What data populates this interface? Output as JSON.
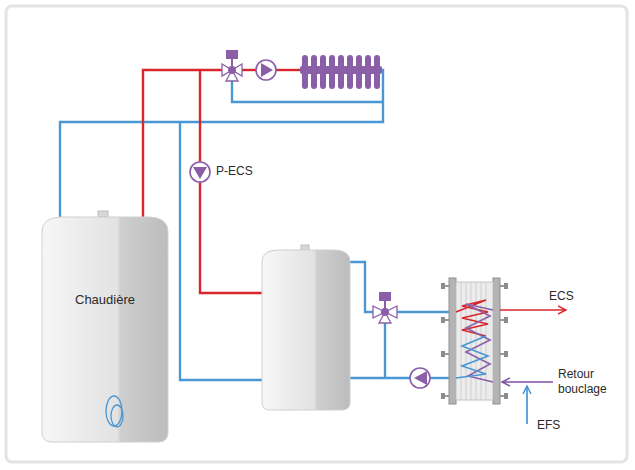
{
  "diagram": {
    "nodes": [
      {
        "text": [
          "Chaudière"
        ]
      }
    ],
    "labels": [
      "P-ECS",
      "ECS",
      "Retour bouclage",
      "EFS"
    ]
  }
}
